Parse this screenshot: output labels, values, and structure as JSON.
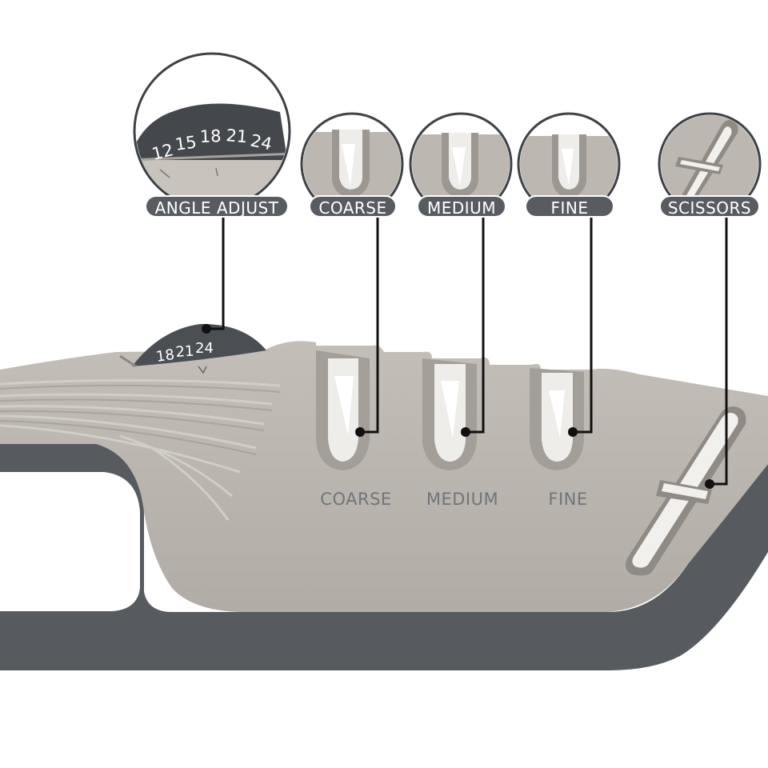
{
  "callouts": {
    "angle_adjust": "ANGLE ADJUST",
    "coarse": "COARSE",
    "medium": "MEDIUM",
    "fine": "FINE",
    "scissors": "SCISSORS"
  },
  "slot_labels": {
    "coarse": "COARSE",
    "medium": "MEDIUM",
    "fine": "FINE"
  },
  "angle_dial": {
    "zoom_numbers": [
      "12",
      "15",
      "18",
      "21",
      "24"
    ],
    "body_numbers": [
      "18",
      "21",
      "24"
    ]
  },
  "colors": {
    "body": "#b7b2ab",
    "body_shadow": "#a29d97",
    "base": "#5a5e63",
    "pill": "#585c61",
    "leader": "#111111"
  }
}
